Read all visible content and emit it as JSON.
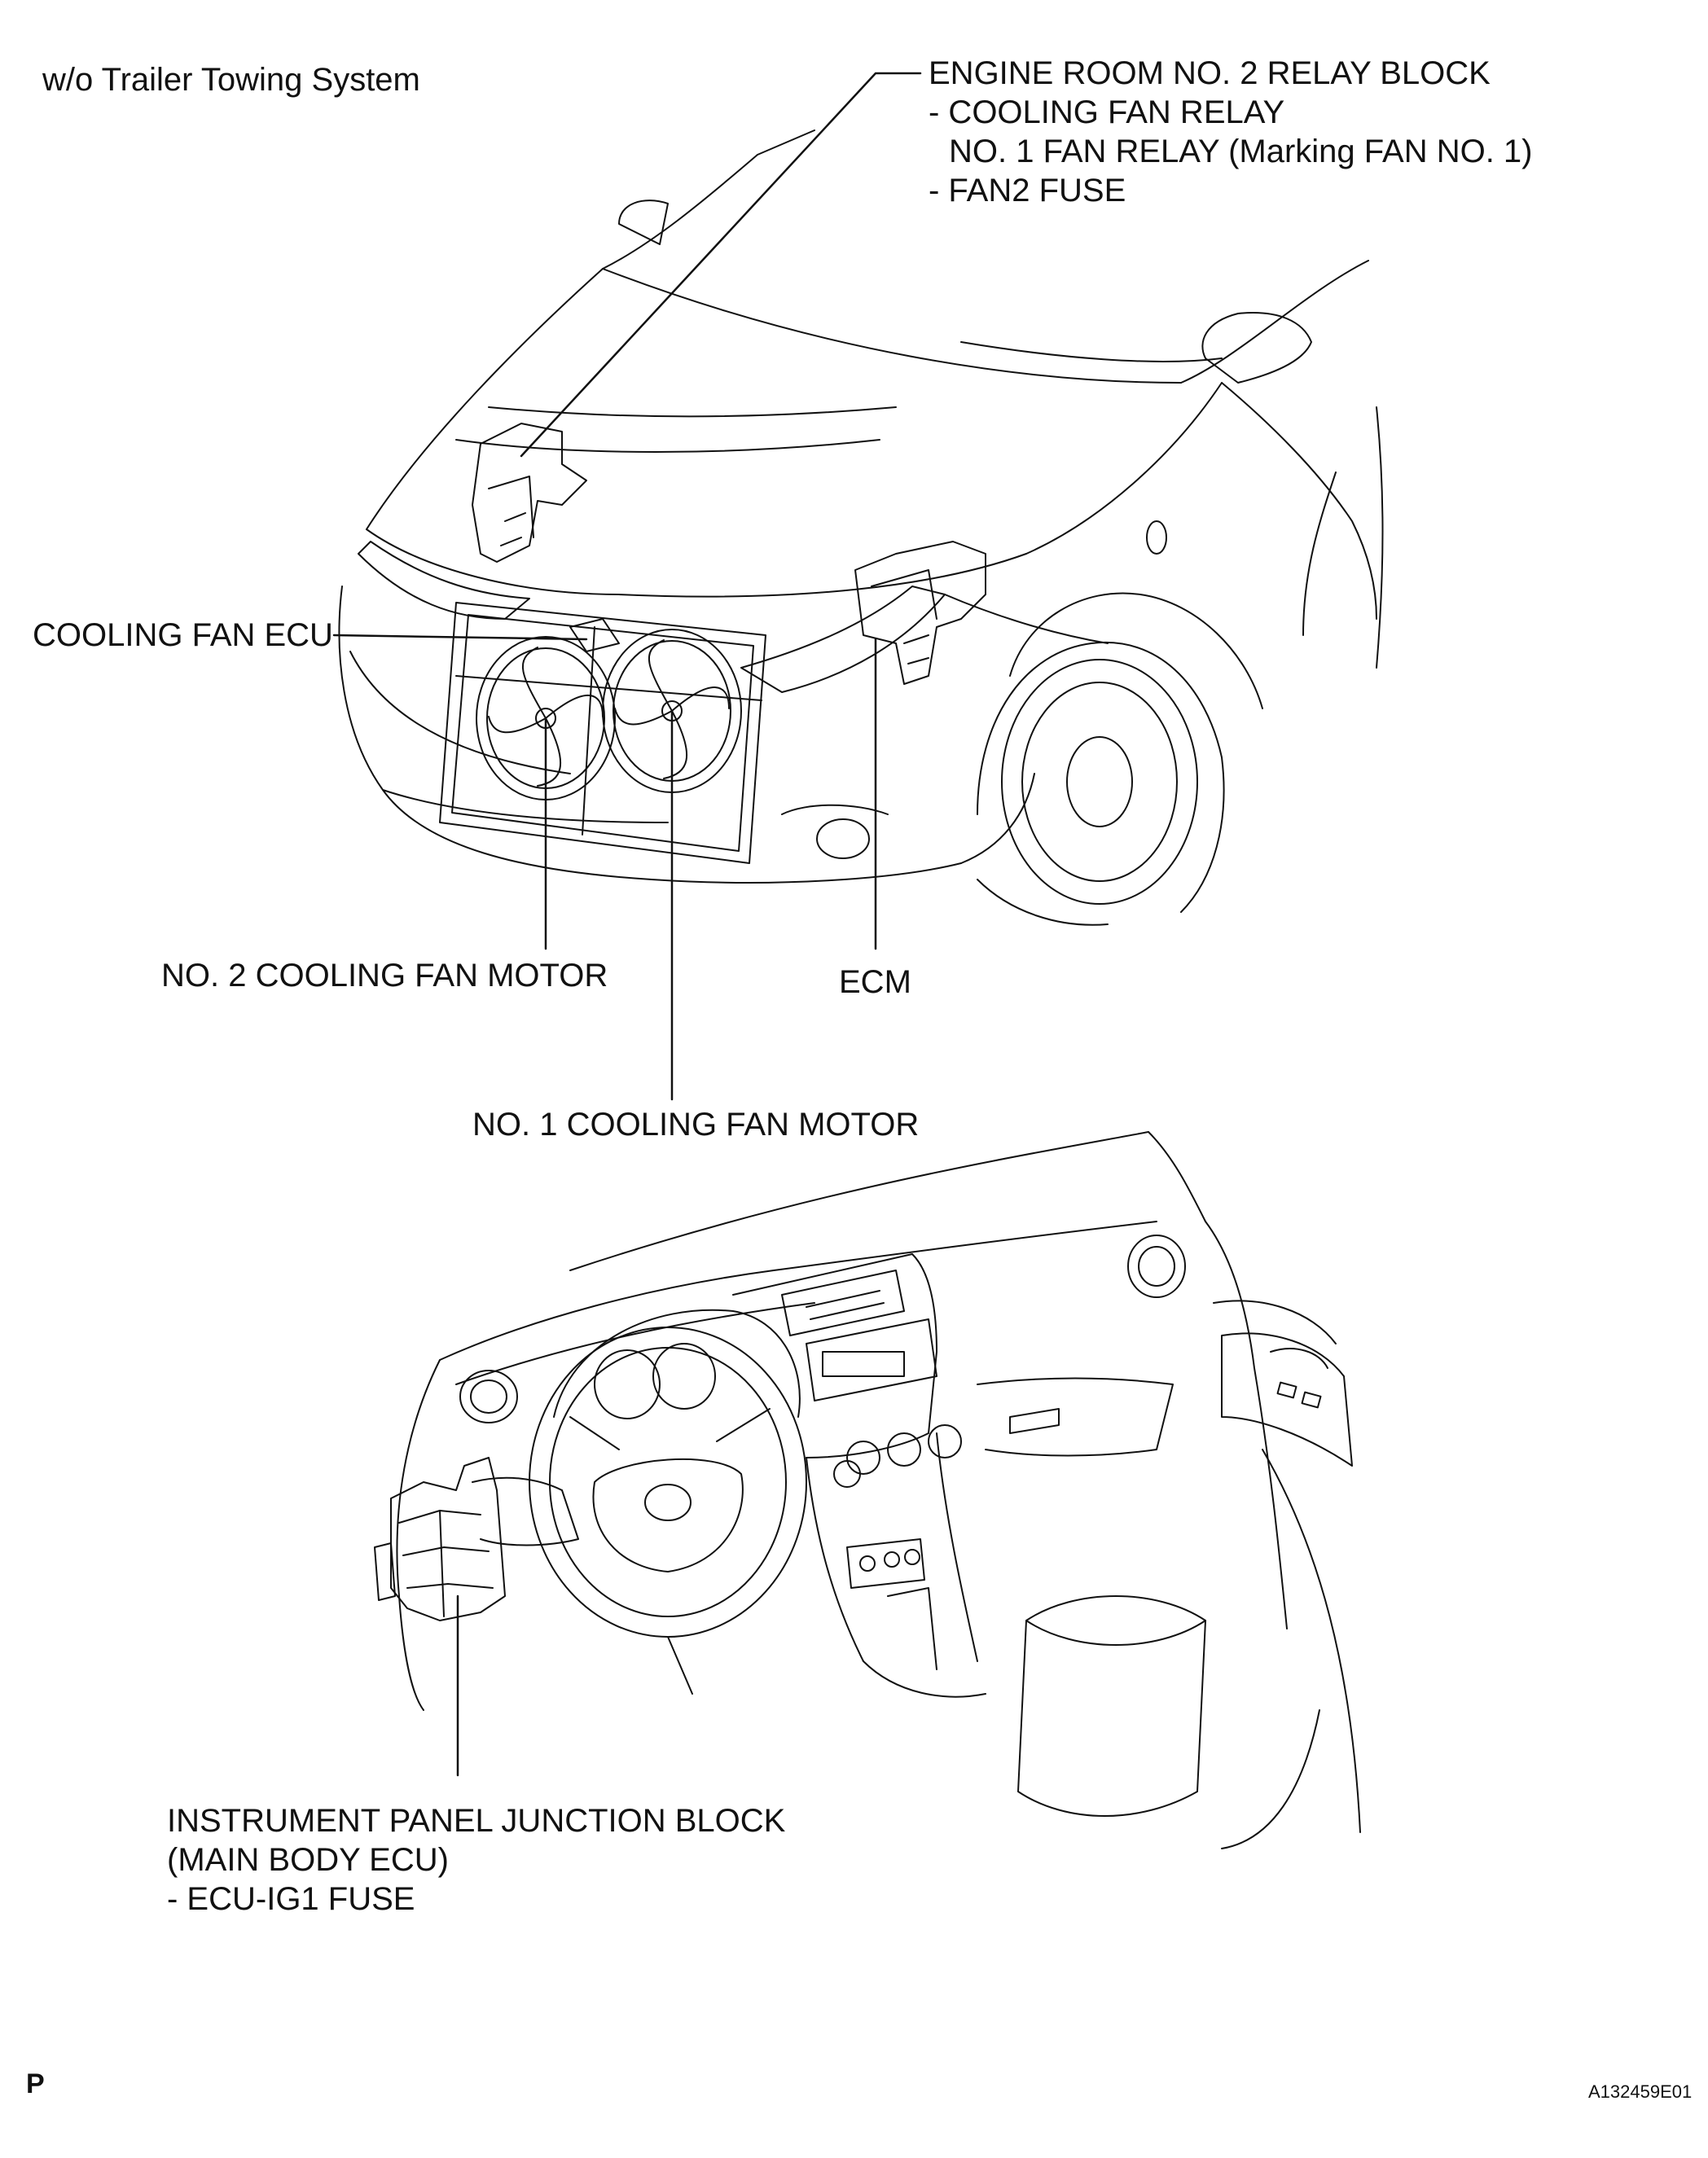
{
  "header": {
    "condition": "w/o Trailer Towing System"
  },
  "labels": {
    "relay_block": {
      "line1": "ENGINE ROOM NO. 2 RELAY BLOCK",
      "line2": "- COOLING FAN RELAY",
      "line3": "NO. 1 FAN RELAY (Marking FAN NO. 1)",
      "line4": "- FAN2 FUSE"
    },
    "cooling_fan_ecu": "COOLING FAN ECU",
    "no2_fan_motor": "NO. 2 COOLING FAN MOTOR",
    "ecm": "ECM",
    "no1_fan_motor": "NO. 1 COOLING FAN MOTOR",
    "junction_block": {
      "line1": "INSTRUMENT PANEL JUNCTION BLOCK",
      "line2": "(MAIN BODY ECU)",
      "line3": "- ECU-IG1 FUSE"
    }
  },
  "footer": {
    "page_mark": "P",
    "figure_id": "A132459E01"
  }
}
